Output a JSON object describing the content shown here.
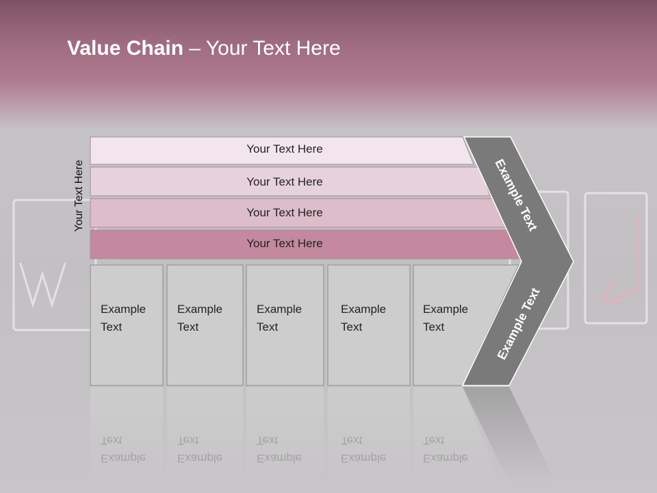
{
  "slide": {
    "title_bold": "Value Chain",
    "title_rest": " – Your Text Here"
  },
  "side_label": "Your Text Here",
  "support_rows": [
    {
      "label": "Your Text Here",
      "color": "#f2e6ec"
    },
    {
      "label": "Your Text Here",
      "color": "#e7d2dc"
    },
    {
      "label": "Your Text Here",
      "color": "#ddbdca"
    },
    {
      "label": "Your Text Here",
      "color": "#c4899e"
    }
  ],
  "primary_cells": [
    {
      "line1": "Example",
      "line2": "Text"
    },
    {
      "line1": "Example",
      "line2": "Text"
    },
    {
      "line1": "Example",
      "line2": "Text"
    },
    {
      "line1": "Example",
      "line2": "Text"
    },
    {
      "line1": "Example",
      "line2": "Text"
    }
  ],
  "chevron": {
    "upper_label": "Example Text",
    "lower_label": "Example Text",
    "color": "#7a7a7a"
  }
}
